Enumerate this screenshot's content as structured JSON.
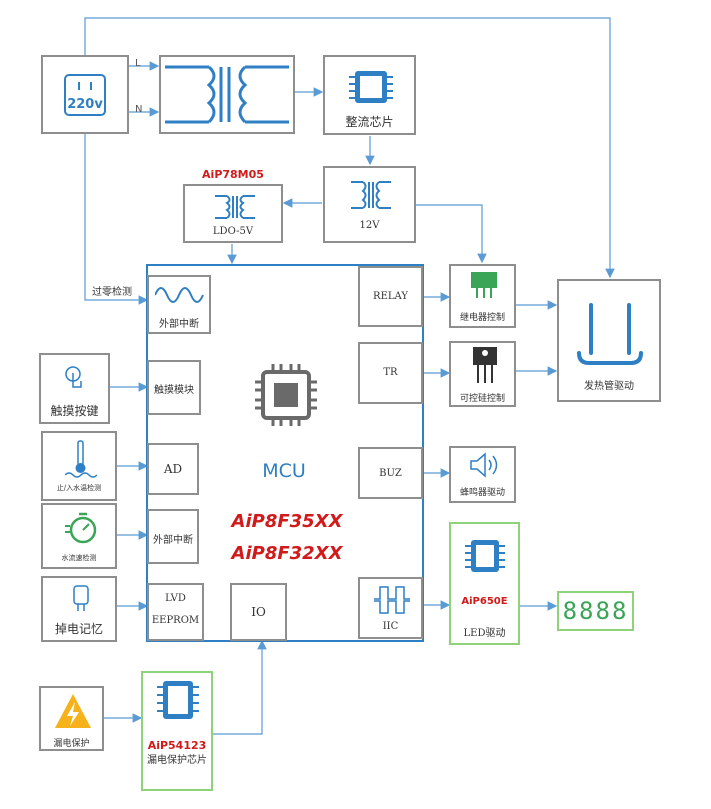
{
  "power": {
    "outlet_label": "220v",
    "line_l": "L",
    "line_n": "N"
  },
  "rectifier": {
    "label": "整流芯片"
  },
  "transformer12": {
    "label": "12V"
  },
  "ldo": {
    "chip": "AiP78M05",
    "label": "LDO-5V"
  },
  "overzero": {
    "label": "过零检测"
  },
  "mcu": {
    "title": "MCU",
    "part1": "AiP8F35XX",
    "part2": "AiP8F32XX",
    "ext_int1": "外部中断",
    "touch_module": "触摸模块",
    "ad": "AD",
    "ext_int2": "外部中断",
    "lvd": "LVD",
    "eeprom": "EEPROM",
    "io": "IO",
    "relay": "RELAY",
    "tr": "TR",
    "buz": "BUZ",
    "iic": "IIC"
  },
  "left": {
    "touch_key": "触摸按键",
    "water_detect": "止/入水温检测",
    "flow_detect": "水流速检测",
    "memory": "掉电记忆"
  },
  "right": {
    "relay_ctrl": "继电器控制",
    "scr_ctrl": "可控硅控制",
    "heater": "发热管驱动",
    "buzzer": "蜂鸣器驱动",
    "led_chip": "AiP650E",
    "led_drive": "LED驱动",
    "display_digits": "8888"
  },
  "leakage": {
    "protect": "漏电保护",
    "chip": "AiP54123",
    "chip_label": "漏电保护芯片"
  },
  "colors": {
    "wire": "#5b9bd5",
    "mcu_border": "#2f7fc4",
    "green": "#8ed37a",
    "red": "#d11a1a",
    "icon_blue": "#2f7fc4"
  }
}
